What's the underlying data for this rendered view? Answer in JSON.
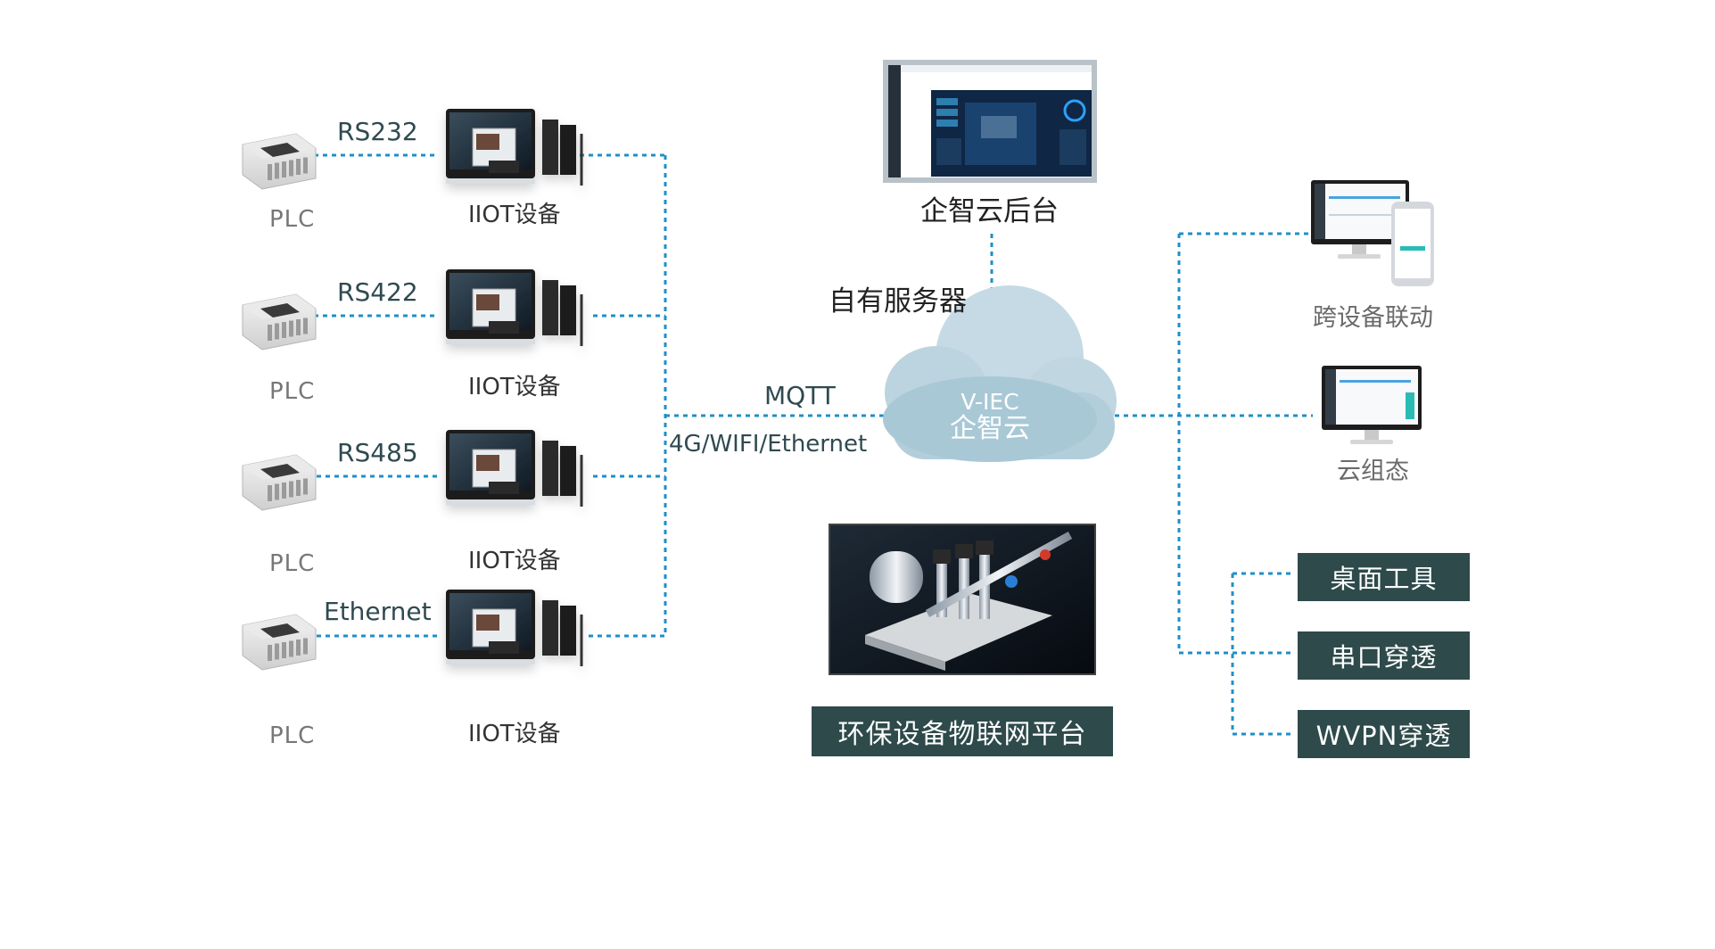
{
  "left_rows": [
    {
      "protocol": "RS232",
      "plc": "PLC",
      "device": "IIOT设备"
    },
    {
      "protocol": "RS422",
      "plc": "PLC",
      "device": "IIOT设备"
    },
    {
      "protocol": "RS485",
      "plc": "PLC",
      "device": "IIOT设备"
    },
    {
      "protocol": "Ethernet",
      "plc": "PLC",
      "device": "IIOT设备"
    }
  ],
  "link": {
    "mqtt": "MQTT",
    "network": "4G/WIFI/Ethernet"
  },
  "cloud": {
    "line1": "V-IEC",
    "line2": "企智云"
  },
  "backend": {
    "caption": "企智云后台",
    "server": "自有服务器"
  },
  "platform": {
    "label": "环保设备物联网平台"
  },
  "right": {
    "cross_device": "跨设备联动",
    "cloud_scada": "云组态",
    "tools": [
      "桌面工具",
      "串口穿透",
      "WVPN穿透"
    ]
  },
  "colors": {
    "accent_line": "#1f8fc8",
    "box_fill": "#2e4a4b",
    "cloud": "#a9c8d6"
  }
}
